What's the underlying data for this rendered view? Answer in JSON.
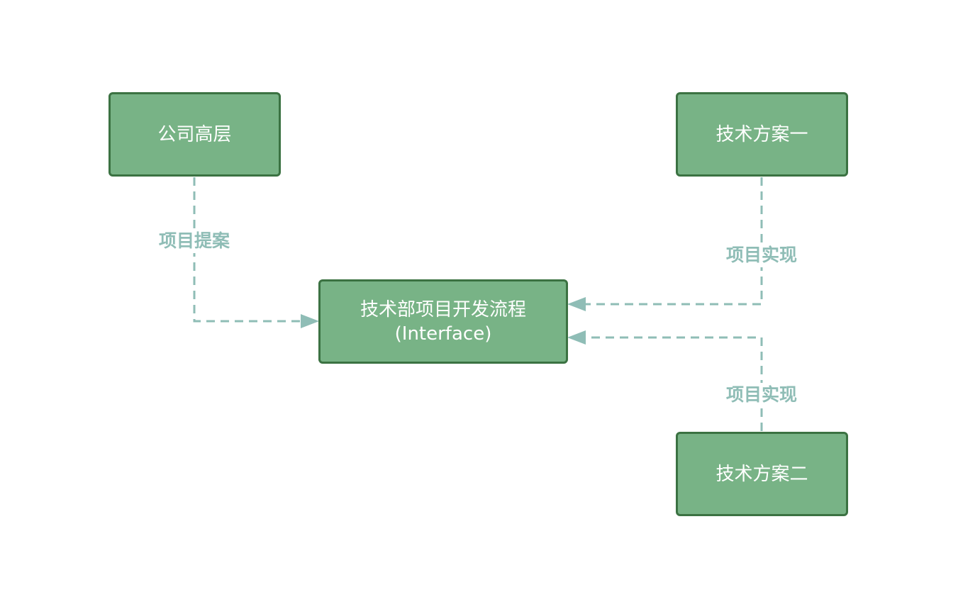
{
  "diagram": {
    "nodes": {
      "top_management": {
        "label": "公司高层"
      },
      "plan_one": {
        "label": "技术方案一"
      },
      "plan_two": {
        "label": "技术方案二"
      },
      "process": {
        "label": "技术部项目开发流程",
        "sublabel": "(Interface)"
      }
    },
    "edges": [
      {
        "from": "公司高层",
        "to": "技术部项目开发流程",
        "label": "项目提案",
        "style": "dashed"
      },
      {
        "from": "技术方案一",
        "to": "技术部项目开发流程",
        "label": "项目实现",
        "style": "dashed"
      },
      {
        "from": "技术方案二",
        "to": "技术部项目开发流程",
        "label": "项目实现",
        "style": "dashed"
      }
    ],
    "colors": {
      "node_fill": "#78b386",
      "node_border": "#3b7242",
      "node_text": "#ffffff",
      "edge": "#8fbdb6",
      "background": "#ffffff"
    }
  }
}
